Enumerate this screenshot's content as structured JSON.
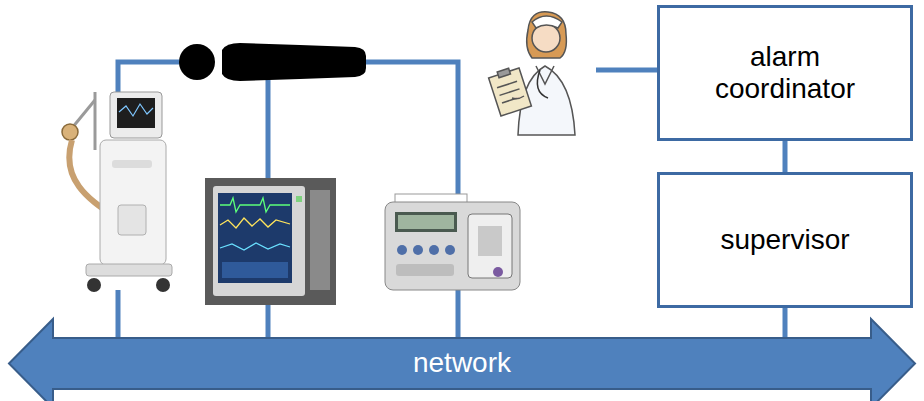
{
  "diagram": {
    "nodes": [
      {
        "text": [
          "alarm coordinator"
        ]
      },
      {
        "text": [
          "supervisor"
        ]
      },
      {
        "text": [
          "network"
        ]
      }
    ],
    "edges": [
      {
        "from": 0,
        "to": 1,
        "arrow": "none"
      },
      {
        "from": 1,
        "to": 2,
        "arrow": "none"
      }
    ]
  }
}
